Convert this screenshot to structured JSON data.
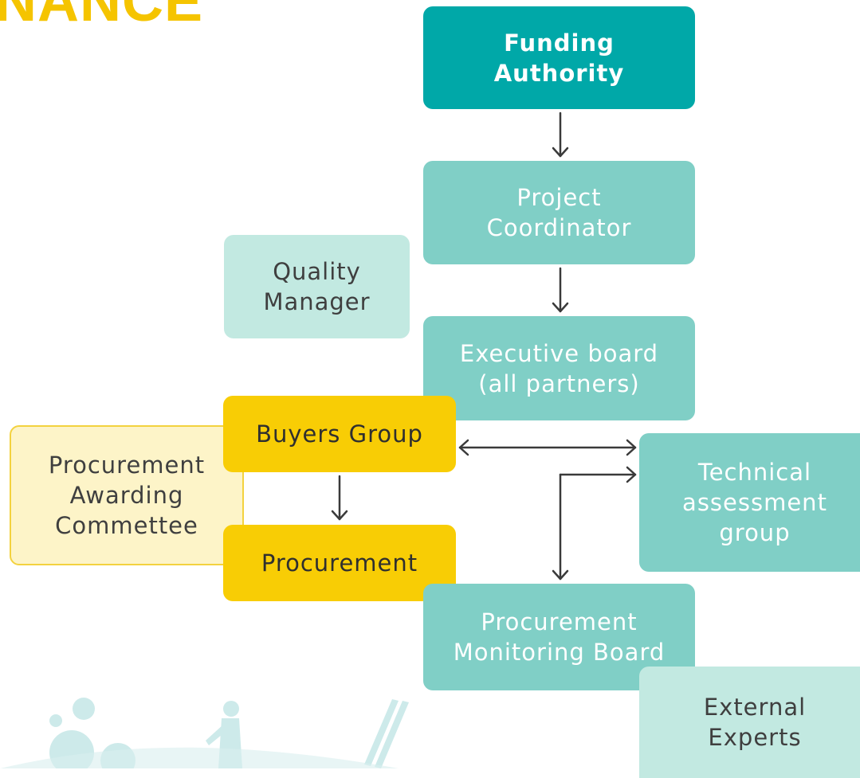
{
  "header": {
    "title_fragment": "NANCE"
  },
  "nodes": {
    "funding": "Funding\nAuthority",
    "coordinator": "Project\nCoordinator",
    "quality": "Quality\nManager",
    "executive": "Executive board\n(all partners)",
    "buyers": "Buyers Group",
    "awarding": "Procurement\nAwarding\nCommettee",
    "procurement": "Procurement",
    "technical": "Technical\nassessment\ngroup",
    "monitoring": "Procurement\nMonitoring Board",
    "experts": "External\nExperts"
  },
  "colors": {
    "title": "#f5c400",
    "teal_dark": "#00a8a8",
    "teal_mid": "#80cfc6",
    "teal_light": "#c2e9e1",
    "yellow": "#f8cd05",
    "yellow_light": "#fdf4c8",
    "connector": "#3a3a3a"
  },
  "decorations": [
    "gears-icon",
    "person-icon",
    "ladder-icon"
  ]
}
